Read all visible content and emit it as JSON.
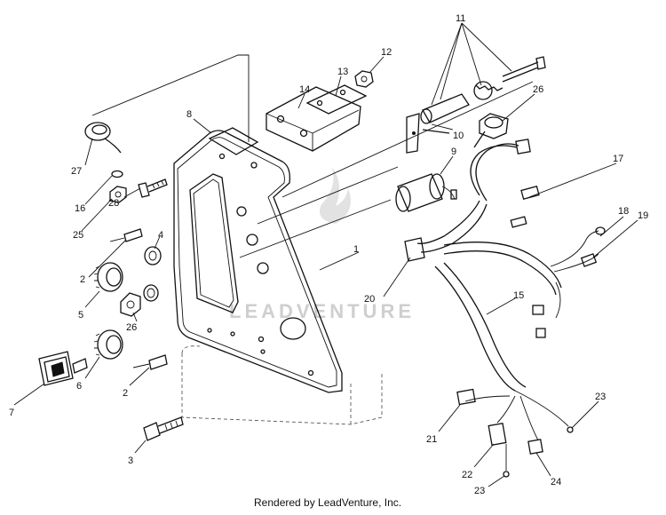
{
  "diagram": {
    "credit": "Rendered by LeadVenture, Inc.",
    "watermark": "LEADVENTURE",
    "callouts": {
      "c1": "1",
      "c2a": "2",
      "c2b": "2",
      "c3": "3",
      "c4": "4",
      "c5": "5",
      "c6": "6",
      "c7": "7",
      "c8": "8",
      "c9": "9",
      "c10": "10",
      "c11": "11",
      "c12": "12",
      "c13": "13",
      "c14": "14",
      "c15": "15",
      "c16": "16",
      "c17": "17",
      "c18": "18",
      "c19": "19",
      "c20": "20",
      "c21": "21",
      "c22": "22",
      "c23a": "23",
      "c23b": "23",
      "c24": "24",
      "c25": "25",
      "c26a": "26",
      "c26b": "26",
      "c27": "27",
      "c28": "28"
    }
  }
}
